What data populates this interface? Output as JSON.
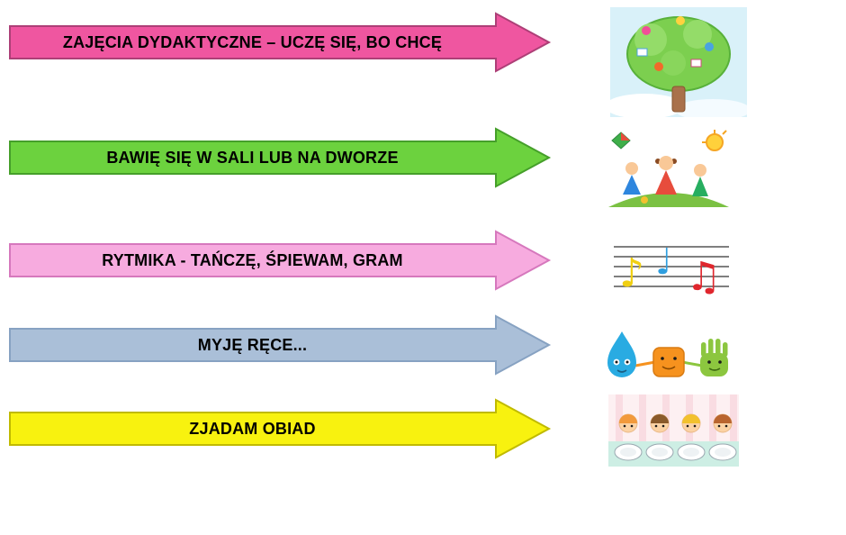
{
  "slide": {
    "background": "#ffffff",
    "description_rows": 5
  },
  "rows": [
    {
      "label": "ZAJĘCIA DYDAKTYCZNE – UCZĘ SIĘ, BO CHCĘ",
      "arrow": {
        "fill": "#ef56a0",
        "stroke": "#ad3f77"
      },
      "image_name": "tree-with-children"
    },
    {
      "label": "BAWIĘ SIĘ W SALI LUB NA DWORZE",
      "arrow": {
        "fill": "#6cd23e",
        "stroke": "#459f2a"
      },
      "image_name": "children-playing-outdoors"
    },
    {
      "label": "RYTMIKA - TAŃCZĘ, ŚPIEWAM, GRAM",
      "arrow": {
        "fill": "#f7abdf",
        "stroke": "#d678bd"
      },
      "image_name": "cartoon-music-notes"
    },
    {
      "label": "MYJĘ RĘCE...",
      "arrow": {
        "fill": "#aabfd8",
        "stroke": "#87a2c2"
      },
      "image_name": "hand-washing-characters"
    },
    {
      "label": "ZJADAM OBIAD",
      "arrow": {
        "fill": "#f8f20f",
        "stroke": "#c0ba00"
      },
      "image_name": "children-eating-lunch"
    }
  ],
  "music_notes": [
    {
      "glyph": "♪",
      "color": "#f0cf12"
    },
    {
      "glyph": "♩",
      "color": "#2f9fe0"
    },
    {
      "glyph": "♫",
      "color": "#e0262d"
    }
  ]
}
